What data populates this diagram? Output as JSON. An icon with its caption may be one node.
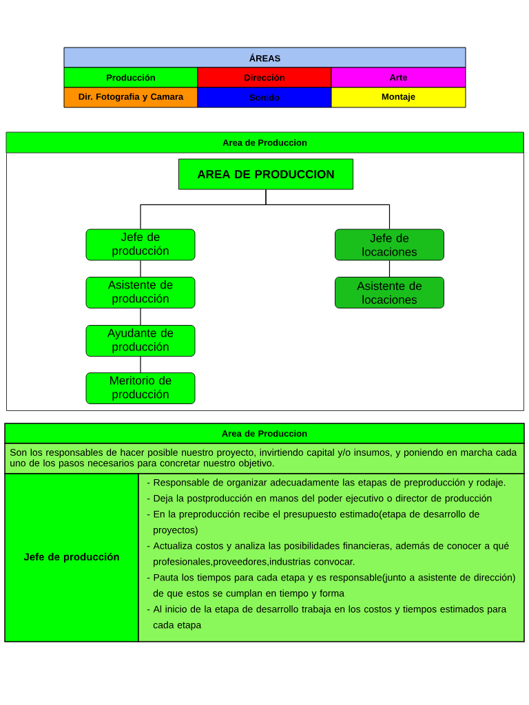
{
  "diagram": {
    "nodes": [
      {
        "text": [
          "Area de Produccion"
        ]
      },
      {
        "text": [
          "AREA DE PRODUCCION"
        ],
        "in": 0
      },
      {
        "text": [
          "Jefe de producción"
        ],
        "in": 0
      },
      {
        "text": [
          "Jefe de locaciones"
        ],
        "in": 0
      },
      {
        "text": [
          "Asistente de producción"
        ],
        "in": 0
      },
      {
        "text": [
          "Asistente de locaciones"
        ],
        "in": 0
      },
      {
        "text": [
          "Ayudante de producción"
        ],
        "in": 0
      },
      {
        "text": [
          "Meritorio de producción"
        ],
        "in": 0
      }
    ],
    "edges": [
      {
        "from": 1,
        "to": 2,
        "arrow": "none"
      },
      {
        "from": 1,
        "to": 3,
        "arrow": "none"
      },
      {
        "from": 2,
        "to": 4,
        "arrow": "none"
      },
      {
        "from": 4,
        "to": 6,
        "arrow": "none"
      },
      {
        "from": 6,
        "to": 7,
        "arrow": "none"
      },
      {
        "from": 3,
        "to": 5,
        "arrow": "none"
      }
    ],
    "labels": [
      "ÁREAS",
      "Producción",
      "Dirección",
      "Arte",
      "Dir. Fotografia y Camara",
      "Sonido",
      "Montaje",
      "Area de Produccion",
      "Son los responsables de hacer posible nuestro proyecto, invirtiendo capital y/o insumos, y poniendo en marcha cada uno de los pasos necesarios para concretar nuestro objetivo.",
      "Jefe de producción",
      "- Responsable de organizar adecuadamente las etapas de preproducción y rodaje.",
      "- Deja la postproducción en manos del poder ejecutivo o director de producción",
      "- En la preproducción recibe el presupuesto estimado(etapa de desarrollo de proyectos)",
      "- Actualiza costos y analiza las posibilidades financieras, además de conocer a qué profesionales,proveedores,industrias convocar.",
      "- Pauta los tiempos para cada etapa y es responsable(junto a asistente de dirección) de que estos se cumplan en tiempo y forma",
      "- Al inicio de la etapa de desarrollo trabaja en los costos y tiempos estimados para cada etapa"
    ]
  }
}
